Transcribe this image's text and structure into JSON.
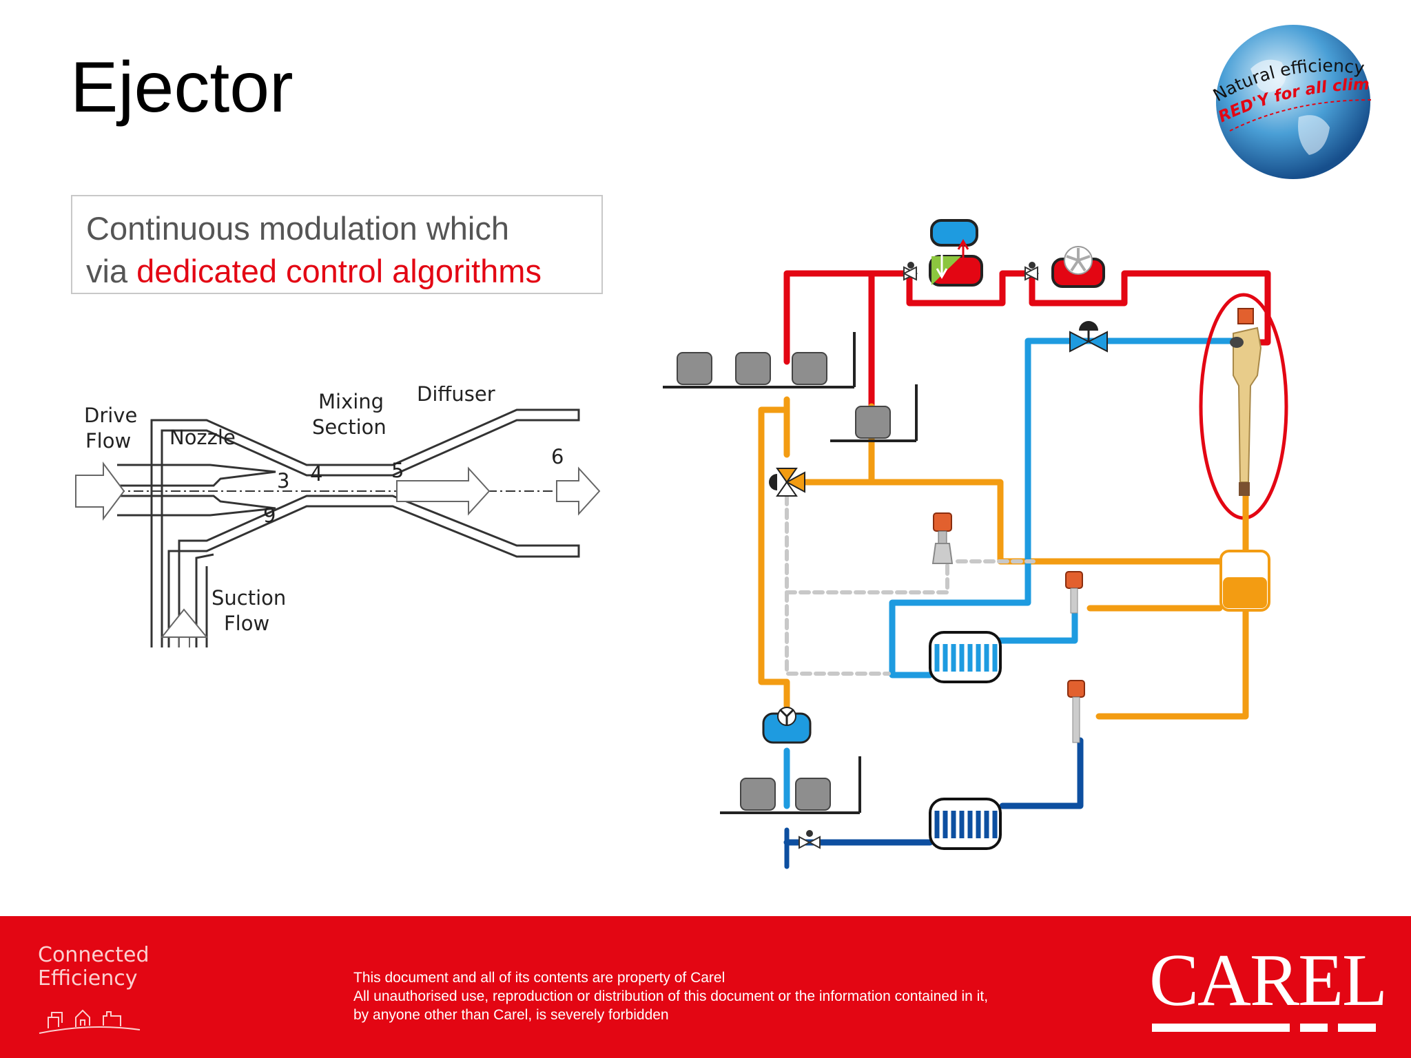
{
  "title": "Ejector",
  "callout": {
    "line1": "Continuous modulation which",
    "line2_prefix": "via ",
    "line2_highlight": "dedicated control algorithms"
  },
  "logo": {
    "line1": "Natural efficiency",
    "line2": "RED'Y for all climates"
  },
  "ejector_diagram": {
    "drive_flow_1": "Drive",
    "drive_flow_2": "Flow",
    "nozzle": "Nozzle",
    "mixing_1": "Mixing",
    "mixing_2": "Section",
    "diffuser": "Diffuser",
    "suction_1": "Suction",
    "suction_2": "Flow",
    "point_3": "3",
    "point_4": "4",
    "point_5": "5",
    "point_6": "6",
    "point_9": "9"
  },
  "footer": {
    "connected_1": "Connected",
    "connected_2": "Efficiency",
    "legal_1": "This document and all of its contents are property of Carel",
    "legal_2": "All unauthorised use, reproduction or distribution of this document or the information contained in it,",
    "legal_3": "by anyone other than Carel, is severely forbidden",
    "brand": "CAREL"
  },
  "colors": {
    "red": "#e30613",
    "orange": "#f39c12",
    "light_blue": "#1e9be0",
    "dark_blue": "#0d4fa0",
    "grey_dashed": "#c8c8c8",
    "ejector_body": "#e8cc8a"
  }
}
